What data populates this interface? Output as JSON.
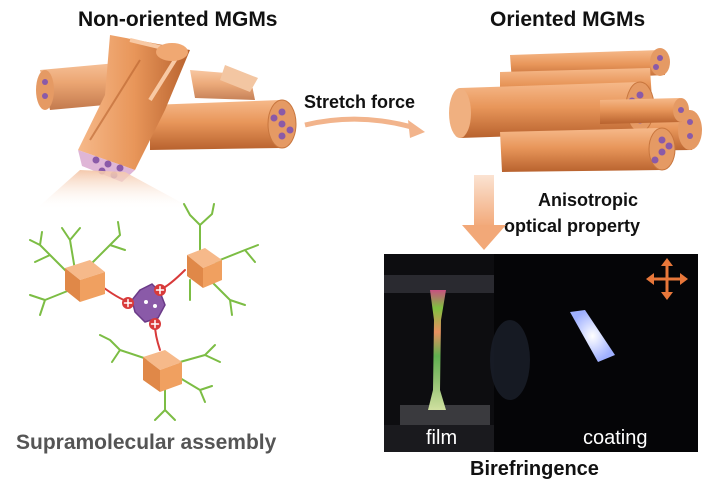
{
  "labels": {
    "non_oriented": "Non-oriented MGMs",
    "oriented": "Oriented MGMs",
    "stretch_force": "Stretch force",
    "anisotropic_line1": "Anisotropic",
    "anisotropic_line2": "optical property",
    "supramolecular": "Supramolecular assembly",
    "birefringence": "Birefringence",
    "film": "film",
    "coating": "coating"
  },
  "colors": {
    "fiber": "#e8965a",
    "fiber_dark": "#b8622e",
    "core": "#8a5aa8",
    "dendron": "#7cbd44",
    "linker": "#d83a3a",
    "cube": "#f0a060",
    "arrow": "#f2b48c",
    "photo_bg": "#0a0a0c"
  },
  "icons": {
    "move_icon": "four-way-arrow-icon",
    "charge_icon": "plus-charge-icon"
  }
}
